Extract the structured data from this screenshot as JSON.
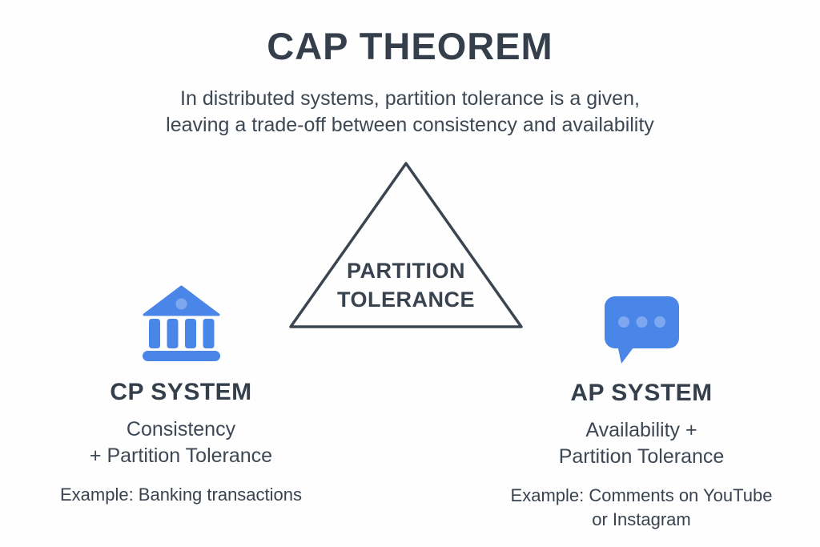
{
  "title": "CAP THEOREM",
  "subtitle": {
    "line1": "In distributed systems, partition tolerance is a given,",
    "line2": "leaving a trade-off between consistency and availability"
  },
  "triangle": {
    "label_line1": "PARTITION",
    "label_line2": "TOLERANCE"
  },
  "cp_system": {
    "icon": "bank-icon",
    "heading": "CP SYSTEM",
    "description_line1": "Consistency",
    "description_line2": "+ Partition Tolerance",
    "example": "Example: Banking transactions"
  },
  "ap_system": {
    "icon": "chat-bubble-icon",
    "heading": "AP SYSTEM",
    "description_line1": "Availability +",
    "description_line2": "Partition Tolerance",
    "example_line1": "Example: Comments on YouTube",
    "example_line2": "or Instagram"
  },
  "colors": {
    "accent_blue": "#4a86e8",
    "accent_blue_light": "#7fa7ef",
    "text_dark": "#394350",
    "triangle_stroke": "#3a4551",
    "background": "#fefefe"
  }
}
